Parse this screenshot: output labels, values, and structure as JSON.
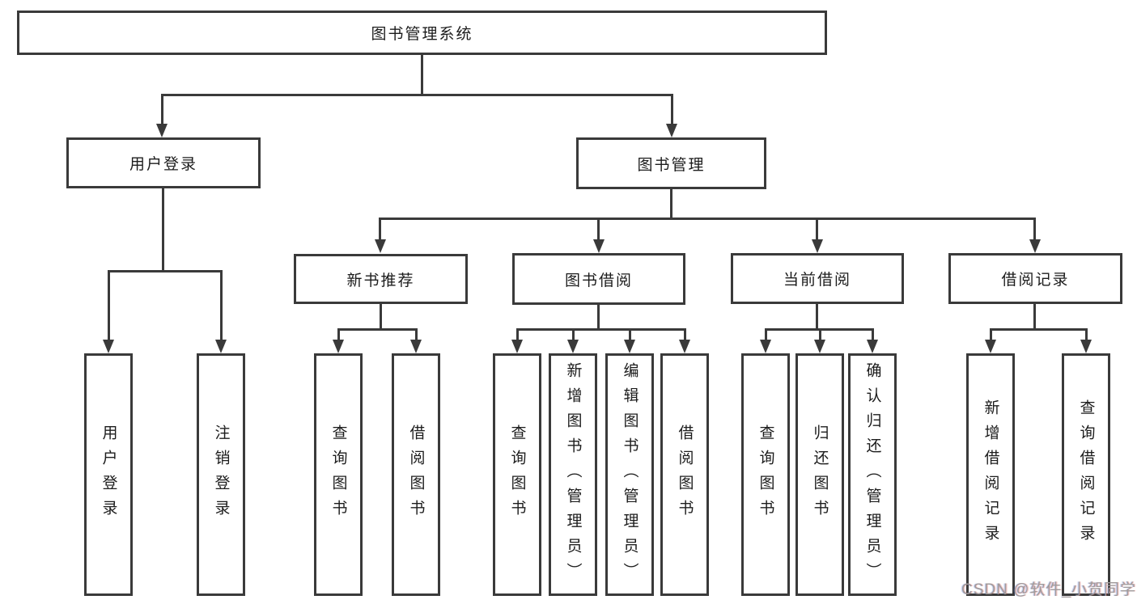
{
  "diagram": {
    "tree": {
      "root": "图书管理系统",
      "branches": [
        {
          "label": "用户登录",
          "leaves": [
            "用户登录",
            "注销登录"
          ]
        },
        {
          "label": "图书管理",
          "groups": [
            {
              "label": "新书推荐",
              "leaves": [
                "查询图书",
                "借阅图书"
              ]
            },
            {
              "label": "图书借阅",
              "leaves": [
                "查询图书",
                "新增图书（管理员）",
                "编辑图书（管理员）",
                "借阅图书"
              ]
            },
            {
              "label": "当前借阅",
              "leaves": [
                "查询图书",
                "归还图书",
                "确认归还（管理员）"
              ]
            },
            {
              "label": "借阅记录",
              "leaves": [
                "新增借阅记录",
                "查询借阅记录"
              ]
            }
          ]
        }
      ]
    },
    "watermark": "CSDN @软件_小贺同学",
    "colors": {
      "line": "#3a3a3a",
      "text": "#1c1c1c",
      "background": "#ffffff",
      "watermark": "#a09b9b"
    }
  }
}
